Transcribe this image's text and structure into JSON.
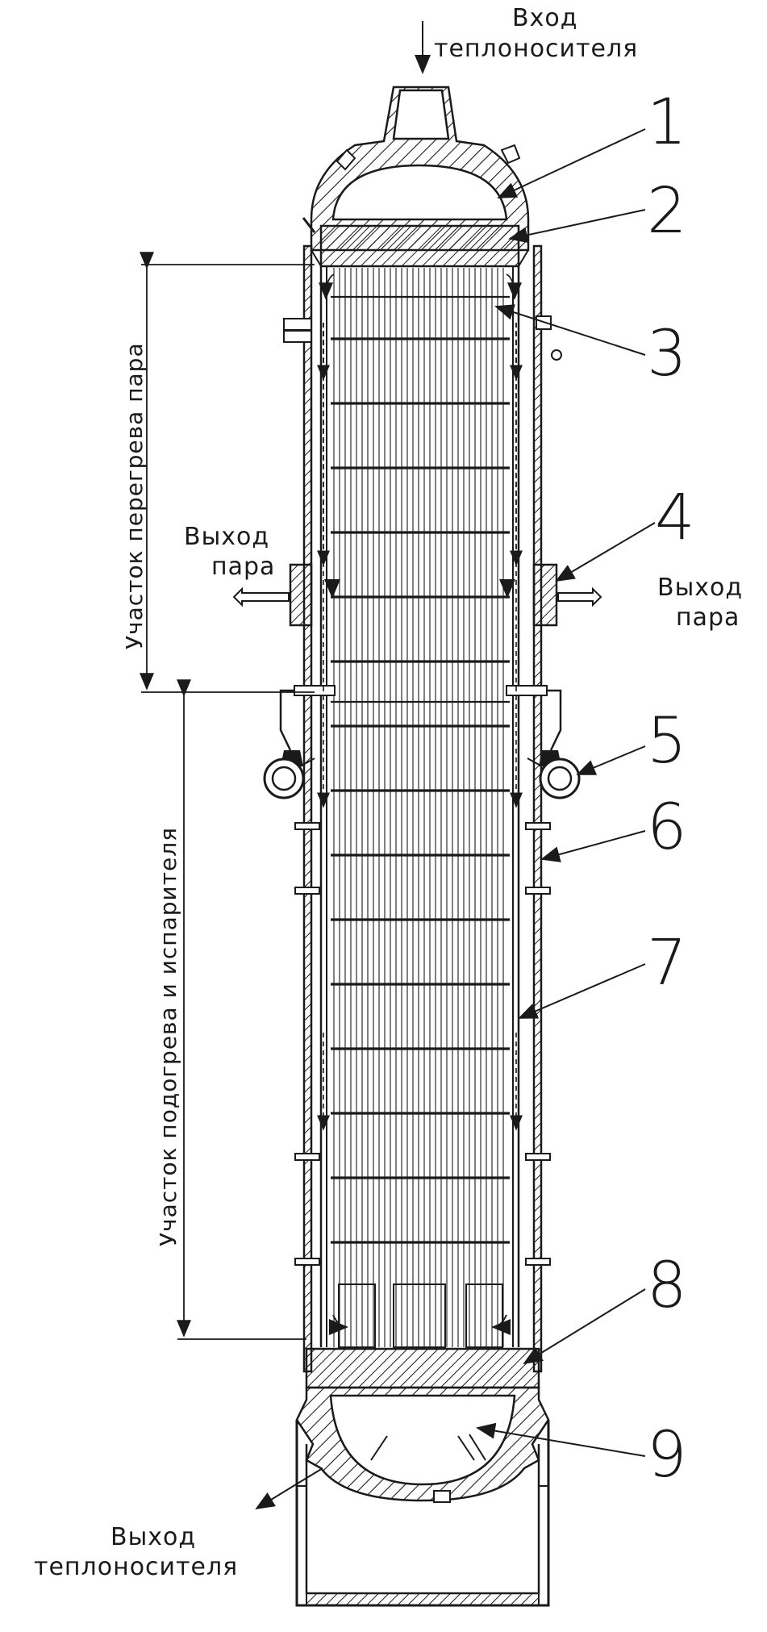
{
  "diagram": {
    "inlet_label": [
      "Вход",
      "теплоносителя"
    ],
    "outlet_label": [
      "Выход",
      "теплоносителя"
    ],
    "steam_out_left": [
      "Выход",
      "пара"
    ],
    "steam_out_right": [
      "Выход",
      "пара"
    ],
    "zone_superheat": "Участок перегрева пара",
    "zone_evaporator": "Участок подогрева и испарителя",
    "callouts": [
      "1",
      "2",
      "3",
      "4",
      "5",
      "6",
      "7",
      "8",
      "9"
    ],
    "colors": {
      "ink": "#1a1a1a",
      "paper": "#ffffff"
    }
  }
}
